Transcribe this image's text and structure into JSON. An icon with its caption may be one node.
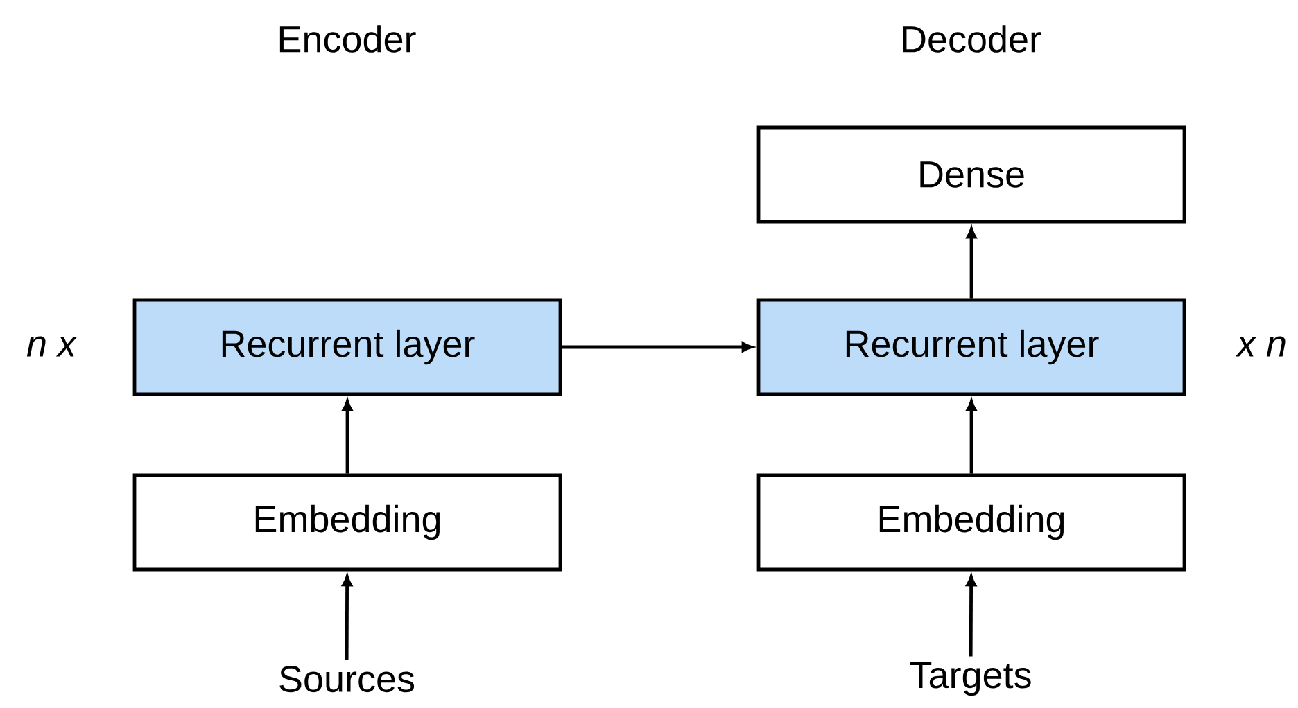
{
  "diagram": {
    "nodes": [
      {
        "text": [
          "Recurrent layer"
        ]
      },
      {
        "text": [
          "Embedding"
        ]
      },
      {
        "text": [
          "Sources"
        ]
      },
      {
        "text": [
          "Dense"
        ]
      },
      {
        "text": [
          "Recurrent layer"
        ]
      },
      {
        "text": [
          "Embedding"
        ]
      },
      {
        "text": [
          "Targets"
        ]
      }
    ],
    "edges": [
      {
        "from": 2,
        "to": 1,
        "arrow": "to"
      },
      {
        "from": 1,
        "to": 0,
        "arrow": "to"
      },
      {
        "from": 0,
        "to": 4,
        "arrow": "to"
      },
      {
        "from": 6,
        "to": 5,
        "arrow": "to"
      },
      {
        "from": 5,
        "to": 4,
        "arrow": "to"
      },
      {
        "from": 4,
        "to": 3,
        "arrow": "to"
      }
    ],
    "labels": [
      "Encoder",
      "Decoder",
      "n x",
      "x n"
    ]
  }
}
